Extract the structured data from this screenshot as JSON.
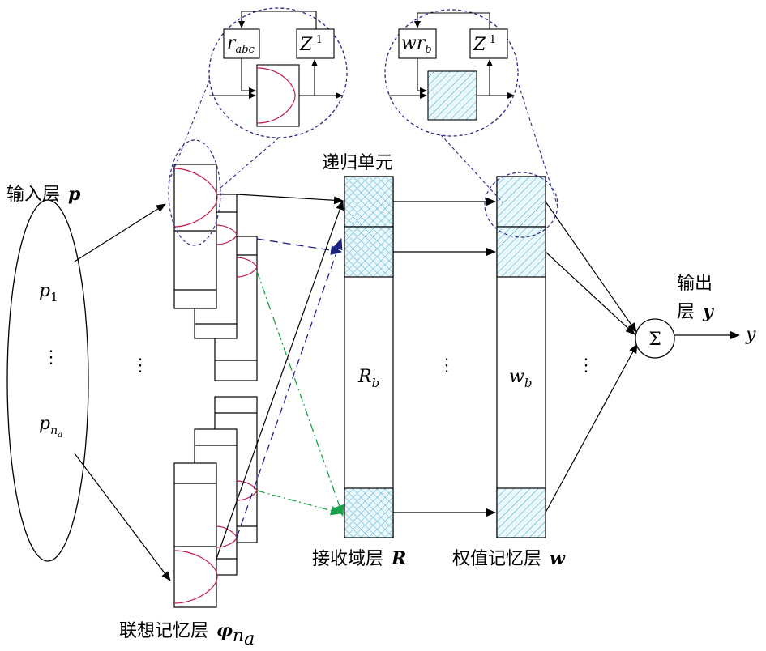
{
  "labels": {
    "input_layer": "输入层",
    "input_symbol": "p",
    "p1_base": "p",
    "p1_sub": "1",
    "pna_base": "p",
    "pna_sub": "n",
    "pna_subsub": "a",
    "input_dots": "⋮",
    "assoc_dots": "⋮",
    "recurrent_unit": "递归单元",
    "receptive_layer": "接收域层",
    "receptive_symbol": "R",
    "rb_base": "R",
    "rb_sub": "b",
    "receptive_dots": "⋮",
    "weight_layer": "权值记忆层",
    "weight_symbol": "w",
    "wb_base": "w",
    "wb_sub": "b",
    "weight_dots": "⋮",
    "output_layer_line1": "输出",
    "output_layer_line2": "层",
    "output_symbol": "y",
    "output_var": "y",
    "sum_symbol": "Σ",
    "assoc_layer": "联想记忆层",
    "assoc_symbol": "φ",
    "assoc_sub": "n",
    "assoc_subsub": "a",
    "zoom1_r": "r",
    "zoom1_r_sub": "abc",
    "zoom1_z": "Z",
    "zoom1_z_sup": "-1",
    "zoom2_wr": "wr",
    "zoom2_wr_sub": "b",
    "zoom2_z": "Z",
    "zoom2_z_sup": "-1"
  },
  "colors": {
    "gaussian": "#c0204a",
    "hatch": "#3aa8c8",
    "navy_arrow": "#1a237e",
    "green_arrow": "#1aa14a",
    "zoom_circle": "#2a2a8a"
  }
}
